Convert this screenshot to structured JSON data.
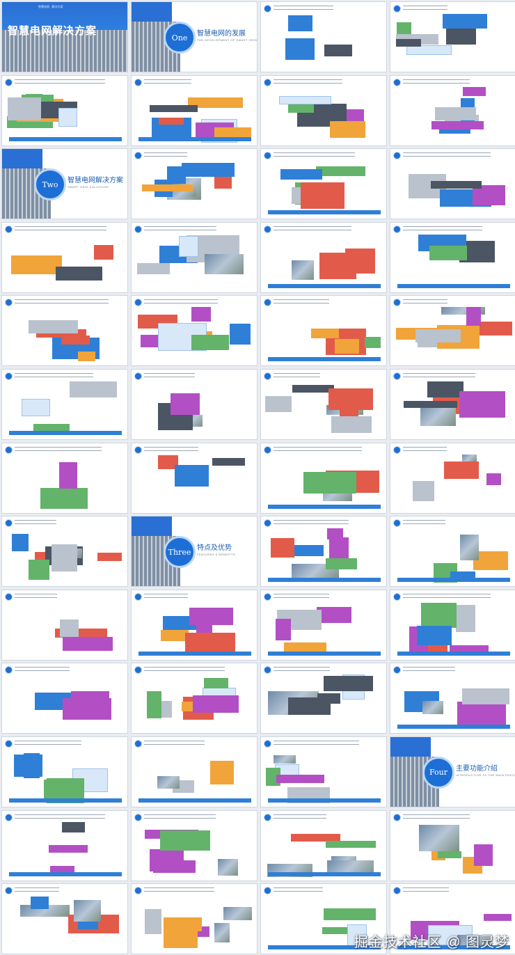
{
  "cover": {
    "title": "智慧电网解决方案",
    "top_text": "智慧电网 · 解决方案"
  },
  "sections": [
    {
      "num": "One",
      "title": "智慧电网的发展",
      "subtitle": "THE DEVELOPMENT OF SMART GRIDS"
    },
    {
      "num": "Two",
      "title": "智慧电网解决方案",
      "subtitle": "SMART GRID SOLUTIONS"
    },
    {
      "num": "Three",
      "title": "特点及优势",
      "subtitle": "FEATURES & BENEFITS"
    },
    {
      "num": "Four",
      "title": "主要功能介绍",
      "subtitle": "INTRODUCTION TO THE MAIN FEATURES"
    }
  ],
  "watermark": "掘金技术社区 @ 图灵梦",
  "colors": {
    "accent": "#2f7fd6",
    "badge": "#1e6fd0"
  }
}
